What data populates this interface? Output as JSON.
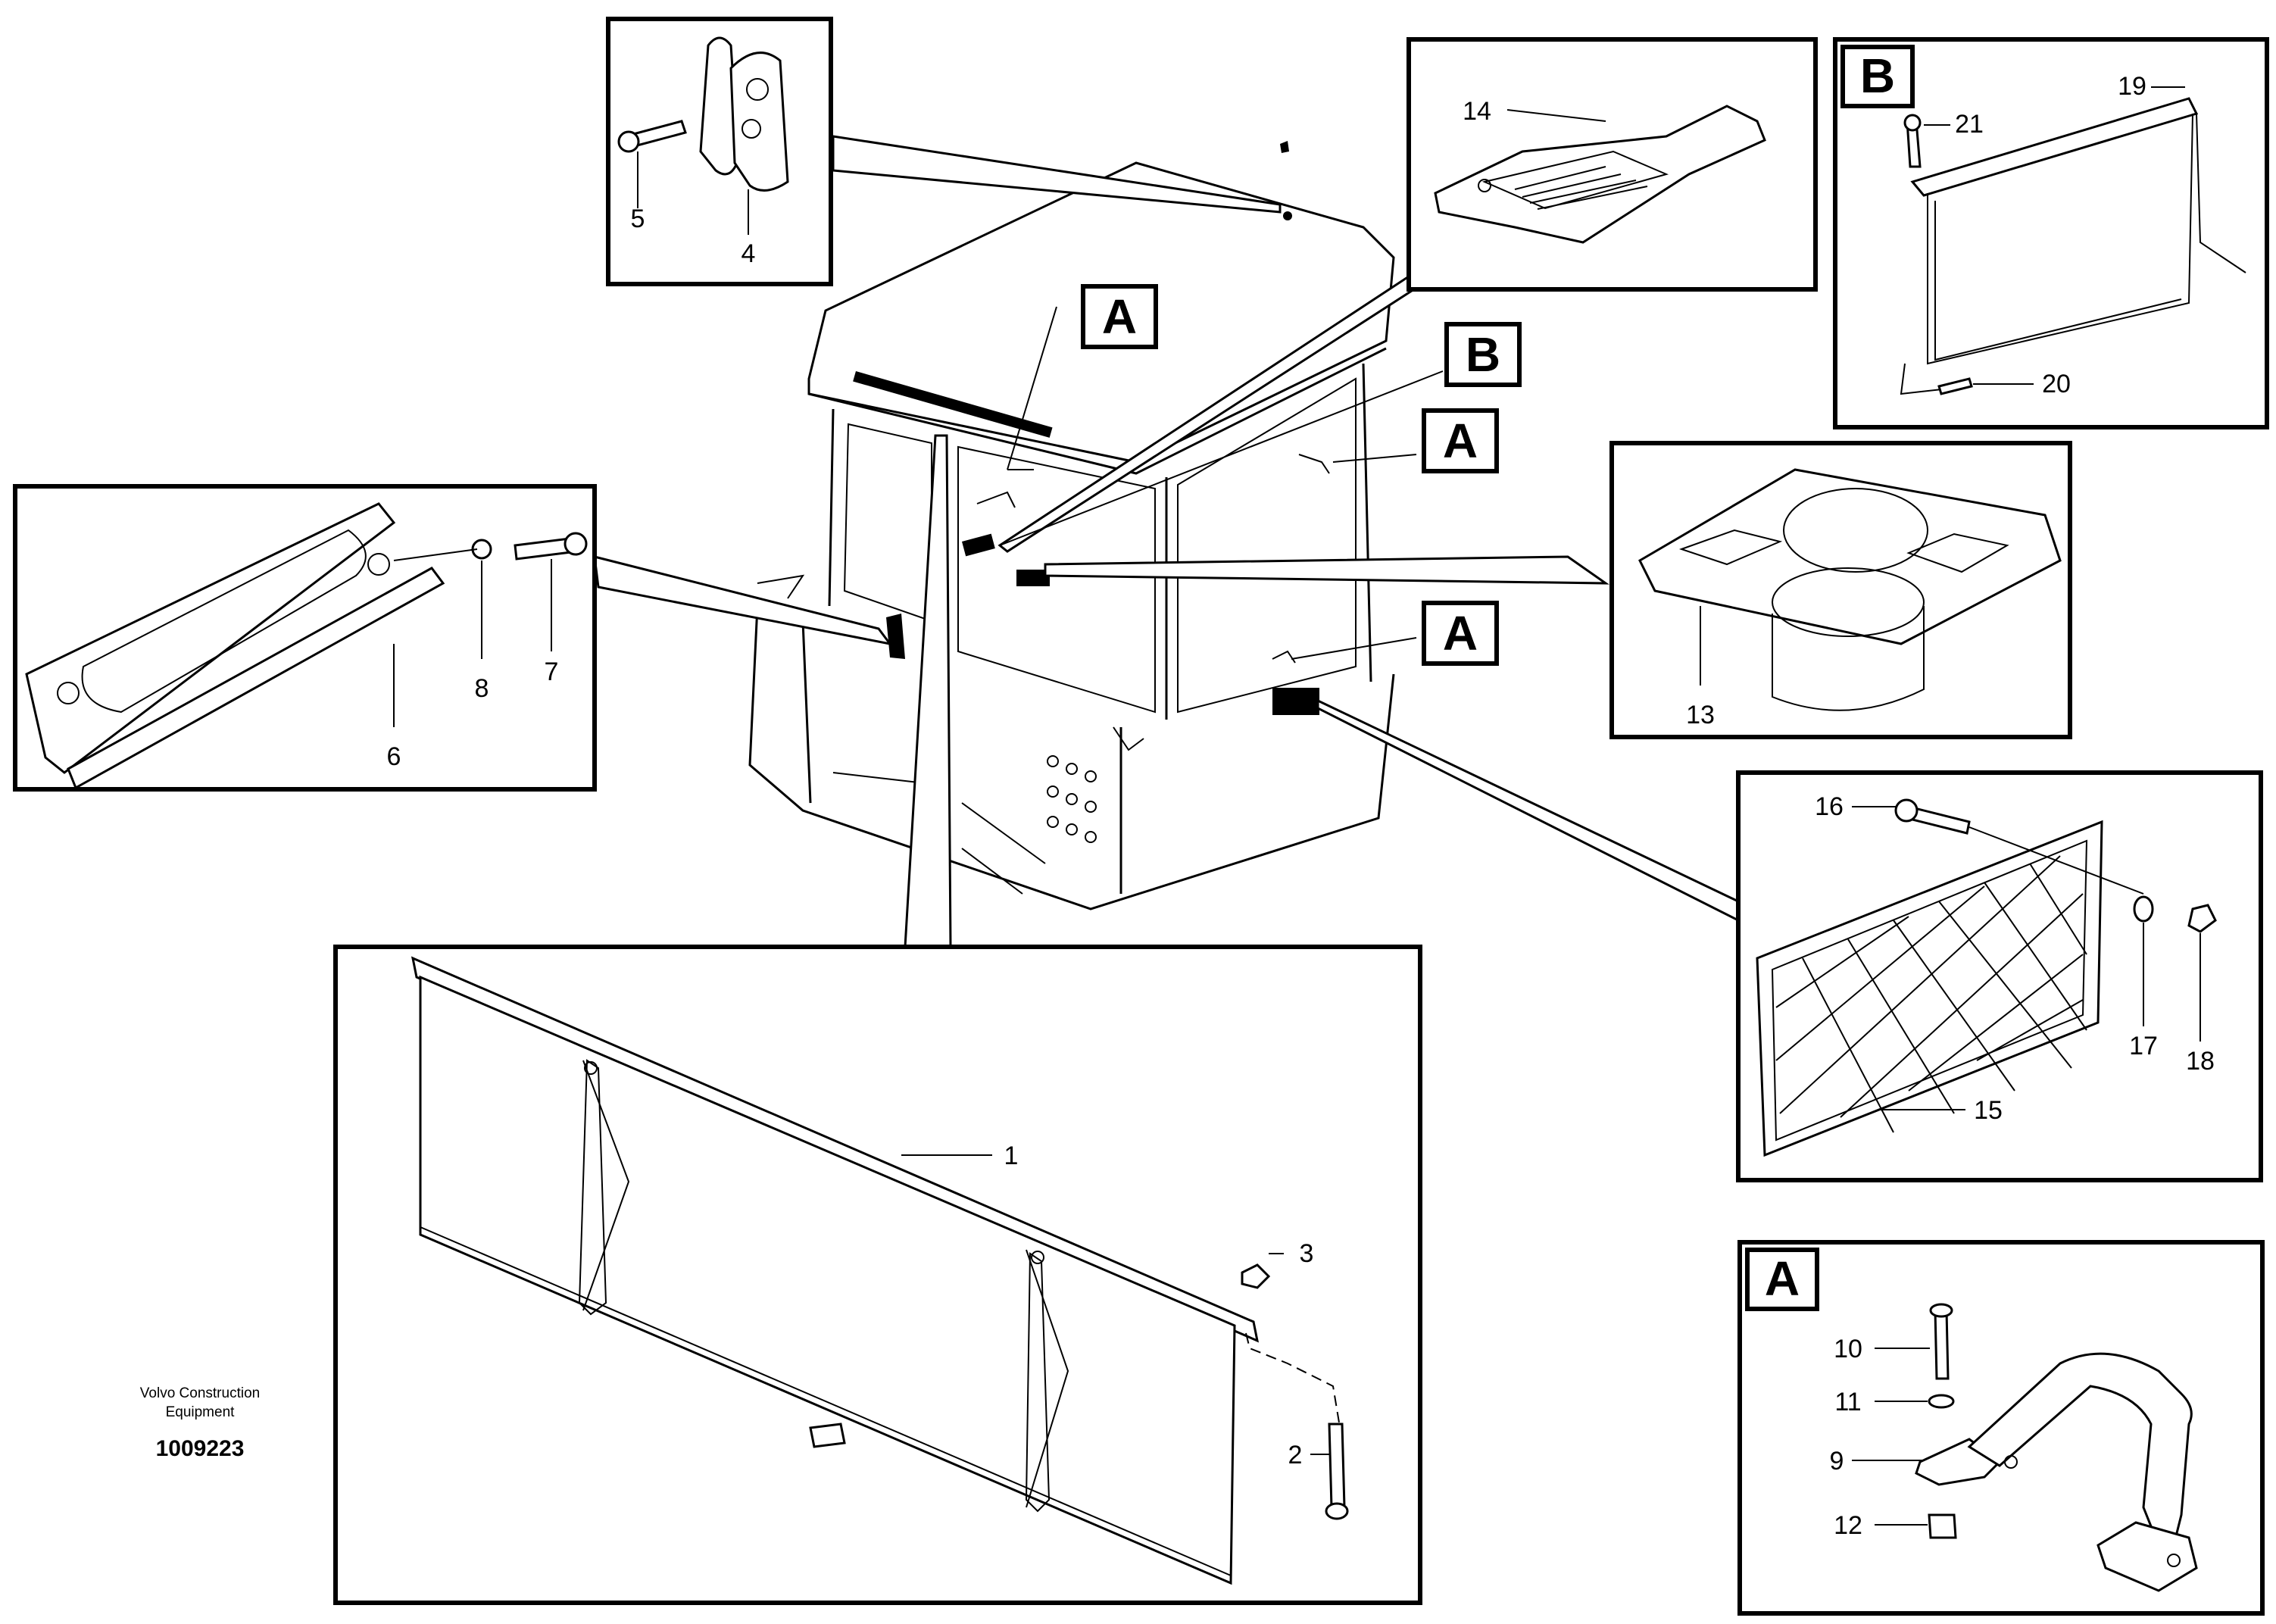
{
  "footer": {
    "brand_line1": "Volvo Construction",
    "brand_line2": "Equipment",
    "document_number": "1009223"
  },
  "section_tags": {
    "a": "A",
    "b": "B"
  },
  "callouts": {
    "c1": "1",
    "c2": "2",
    "c3": "3",
    "c4": "4",
    "c5": "5",
    "c6": "6",
    "c7": "7",
    "c8": "8",
    "c9": "9",
    "c10": "10",
    "c11": "11",
    "c12": "12",
    "c13": "13",
    "c14": "14",
    "c15": "15",
    "c16": "16",
    "c17": "17",
    "c18": "18",
    "c19": "19",
    "c20": "20",
    "c21": "21"
  }
}
